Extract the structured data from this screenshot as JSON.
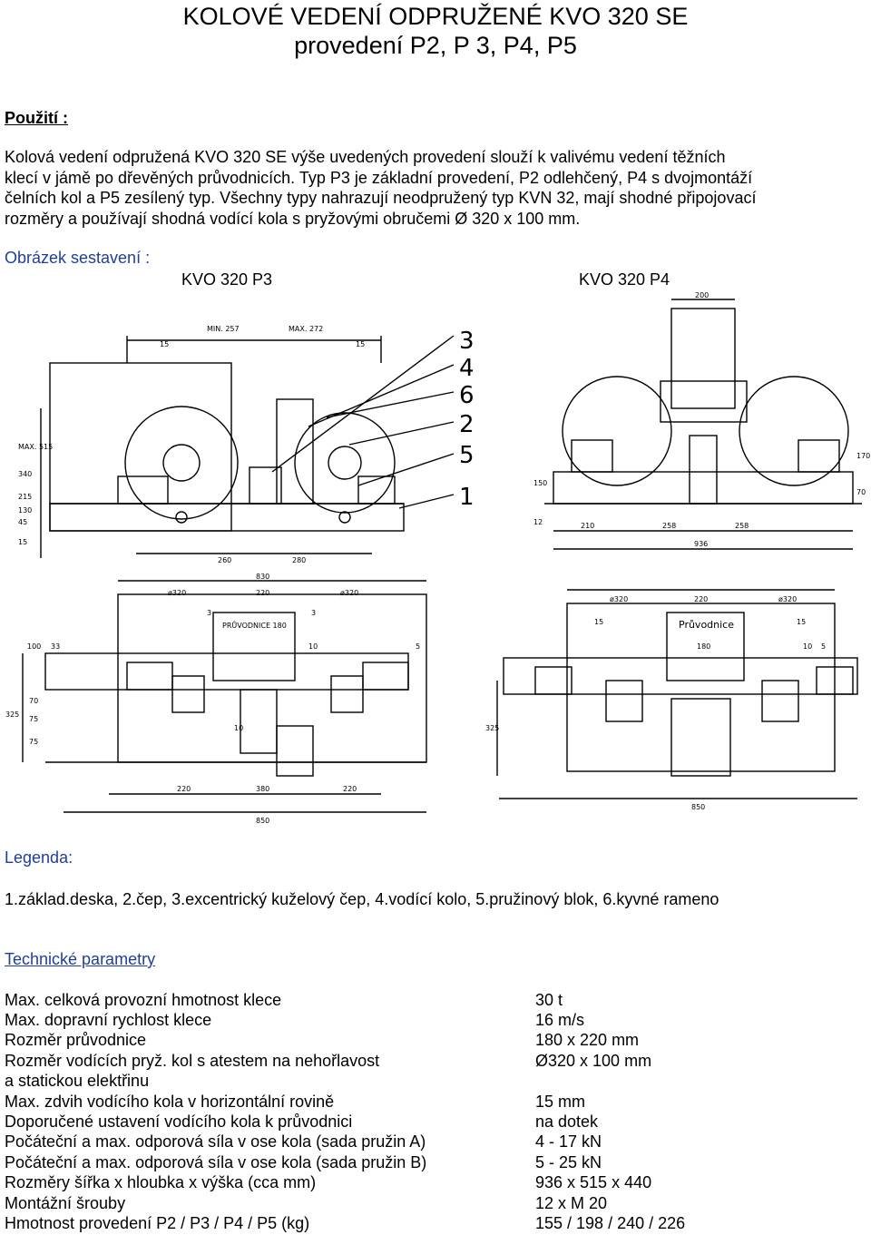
{
  "title": {
    "line1": "KOLOVÉ VEDENÍ ODPRUŽENÉ  KVO 320 SE",
    "line2": "provedení   P2, P 3, P4, P5"
  },
  "usage": {
    "heading": "Použití :",
    "lines": [
      "Kolová vedení odpružená  KVO 320 SE  výše uvedených provedení slouží k valivému vedení těžních",
      "klecí v jámě po dřevěných průvodnicích. Typ P3 je základní provedení, P2 odlehčený, P4 s dvojmontáží",
      "čelních kol a P5 zesílený typ.  Všechny typy nahrazují neodpružený typ KVN 32, mají shodné připojovací",
      "rozměry a používají shodná vodící kola s pryžovými obručemi Ø 320 x 100 mm."
    ]
  },
  "assembly": {
    "heading": "Obrázek sestavení :",
    "label_p3": "KVO 320 P3",
    "label_p4": "KVO 320 P4"
  },
  "drawing": {
    "callouts": [
      "3",
      "4",
      "6",
      "2",
      "5",
      "1"
    ],
    "dims_p3_top": [
      "MIN. 257",
      "MAX. 272",
      "15",
      "15",
      "MAX. 515",
      "340",
      "215",
      "130",
      "45",
      "15",
      "260",
      "280"
    ],
    "dims_p4_top": [
      "200",
      "150",
      "12",
      "210",
      "258",
      "258",
      "936",
      "170",
      "70"
    ],
    "dims_p3_bottom": [
      "830",
      "ø320",
      "220",
      "ø320",
      "3",
      "3",
      "PRŮVODNICE 180",
      "100",
      "33",
      "10",
      "5",
      "70",
      "75",
      "75",
      "325",
      "220",
      "380",
      "220",
      "850",
      "10"
    ],
    "dims_p4_bottom": [
      "ø320",
      "220",
      "ø320",
      "15",
      "15",
      "Průvodnice",
      "180",
      "325",
      "850",
      "10",
      "5"
    ]
  },
  "legend": {
    "heading": "Legenda:",
    "text": "1.základ.deska, 2.čep, 3.excentrický kuželový čep, 4.vodící kolo, 5.pružinový blok, 6.kyvné rameno"
  },
  "parameters": {
    "heading": "Technické parametry",
    "rows": [
      {
        "label": "Max. celková provozní hmotnost klece",
        "value": "30 t"
      },
      {
        "label": "Max. dopravní rychlost klece",
        "value": "16 m/s"
      },
      {
        "label": "Rozměr průvodnice",
        "value": "180 x 220 mm"
      },
      {
        "label": "Rozměr vodících pryž. kol s atestem na nehořlavost",
        "value": "Ø320 x 100 mm"
      },
      {
        "label": "a statickou elektřinu",
        "value": ""
      },
      {
        "label": "Max. zdvih vodícího kola v horizontální rovině",
        "value": "15 mm"
      },
      {
        "label": "Doporučené ustavení vodícího kola k průvodnici",
        "value": "na dotek"
      },
      {
        "label": "Počáteční a max. odporová síla v ose kola (sada pružin A)",
        "value": "4 - 17 kN"
      },
      {
        "label": "Počáteční a max. odporová síla v ose kola (sada pružin B)",
        "value": "5 - 25 kN"
      },
      {
        "label": "Rozměry  šířka x hloubka  x výška (cca mm)",
        "value": "936 x 515 x 440"
      },
      {
        "label": "Montážní šrouby",
        "value": "12 x M 20"
      },
      {
        "label": "Hmotnost  provedení  P2 / P3 / P4 / P5 (kg)",
        "value": "155 / 198 / 240 / 226"
      }
    ]
  }
}
